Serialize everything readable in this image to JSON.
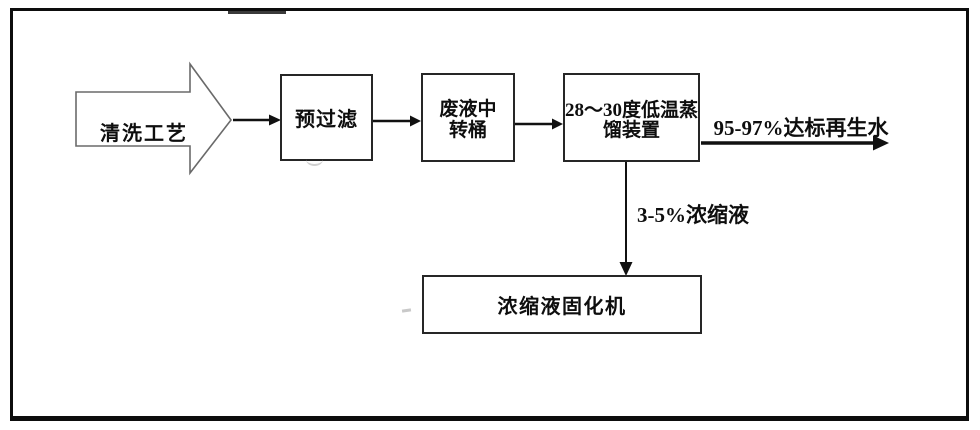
{
  "diagram": {
    "type": "flowchart",
    "source": {
      "label": "清洗工艺"
    },
    "nodes": {
      "prefilter": {
        "label": "预过滤"
      },
      "transfer_barrel": {
        "line1": "废液中",
        "line2": "转桶"
      },
      "distillation": {
        "line1": "28～30度低温蒸",
        "line2": "馏装置"
      },
      "solidifier": {
        "label": "浓缩液固化机"
      }
    },
    "flow_labels": {
      "reclaimed_water": "95-97%达标再生水",
      "concentrate": "3-5%浓缩液"
    },
    "colors": {
      "line": "#111111",
      "box_border": "#262626",
      "block_arrow_outline": "#6a6a6a",
      "background": "#ffffff",
      "text": "#0e0e0e"
    }
  }
}
